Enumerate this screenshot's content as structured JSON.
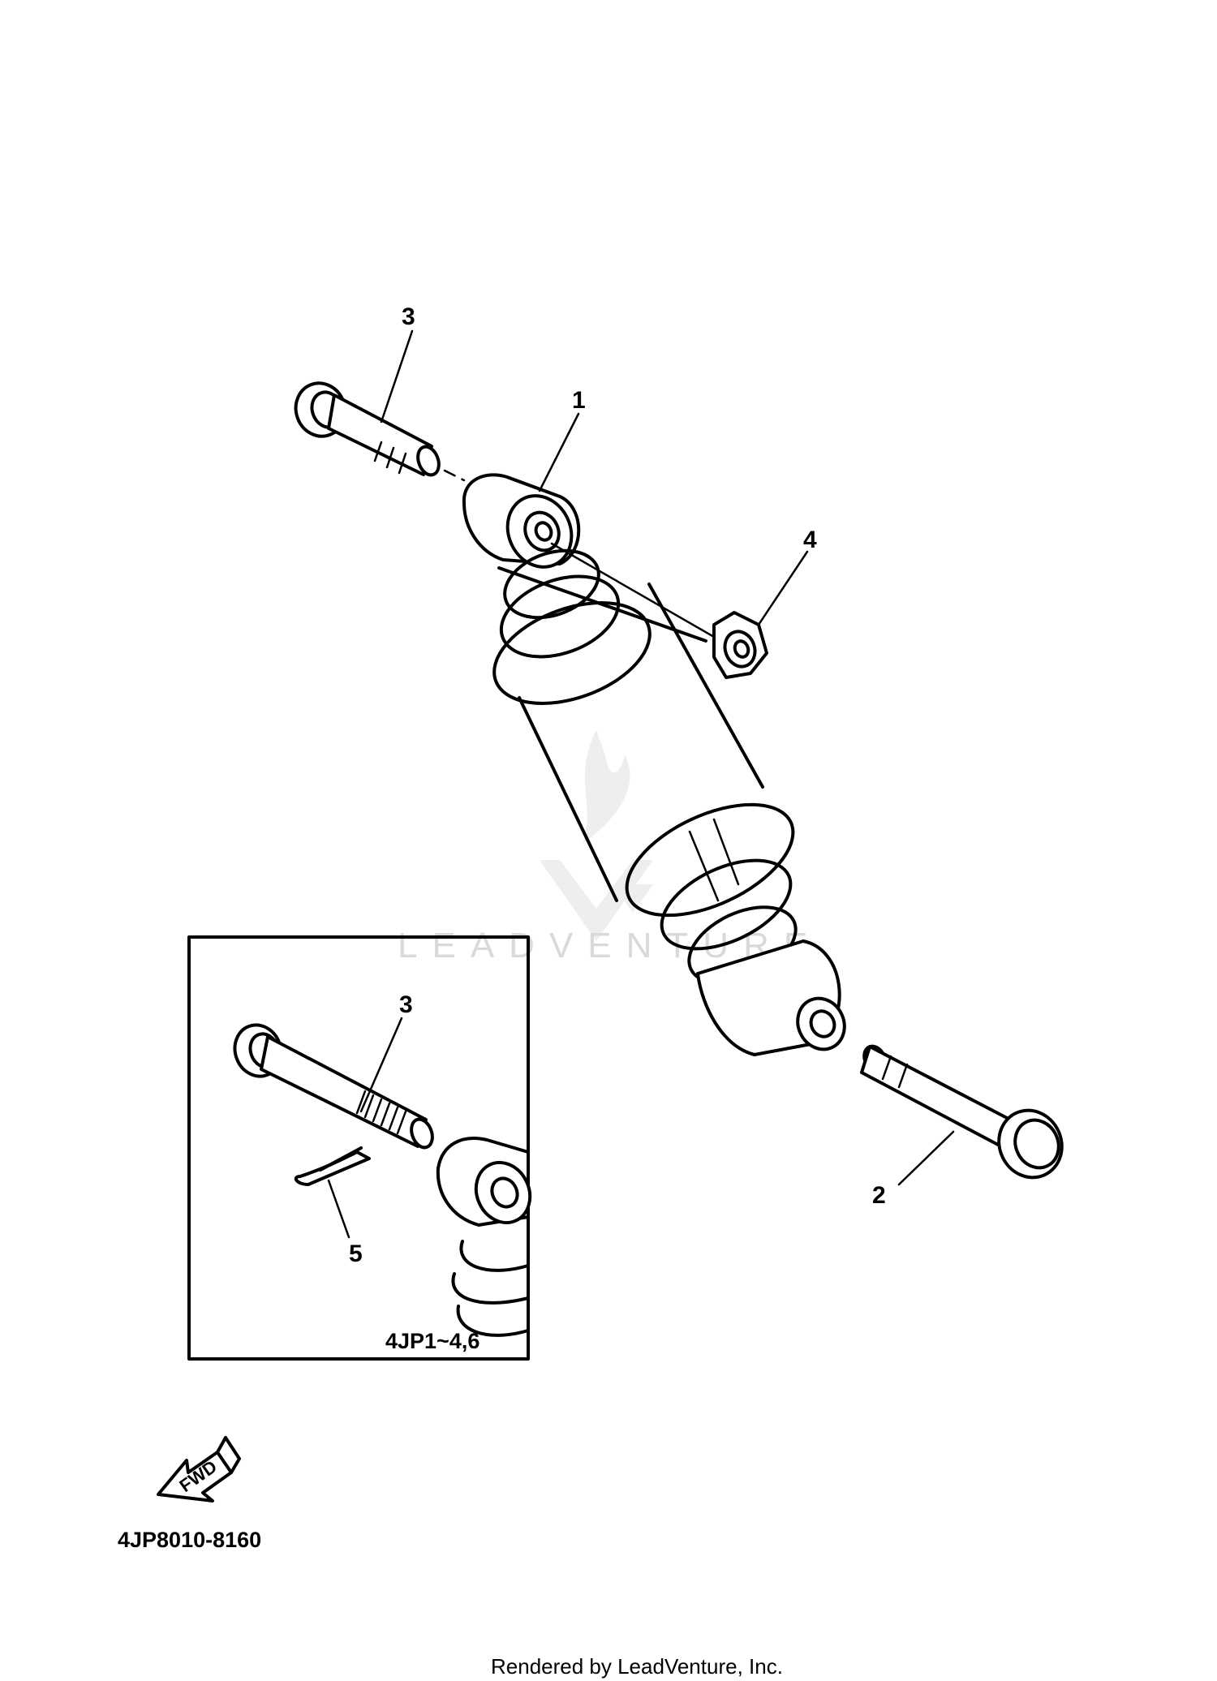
{
  "callouts": {
    "shock_absorber": "1",
    "lower_bolt": "2",
    "upper_bolt": "3",
    "nut": "4",
    "inset_bolt": "3",
    "cotter_pin": "5"
  },
  "inset": {
    "model_note": "4JP1~4,6"
  },
  "direction_arrow": {
    "label": "FWD"
  },
  "diagram_code": "4JP8010-8160",
  "watermark": "LEADVENTURE",
  "footer": "Rendered by LeadVenture, Inc."
}
